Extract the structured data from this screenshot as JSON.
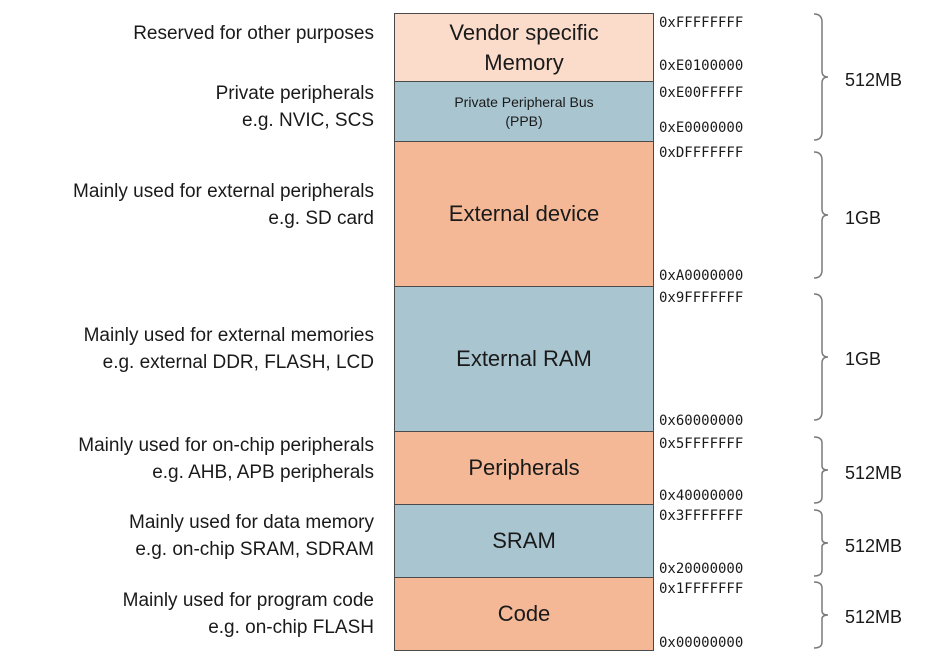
{
  "colors": {
    "vendor": "#fbdccb",
    "blue": "#a8c5d0",
    "orange": "#f4b896",
    "border": "#4a4a4a",
    "brace": "#7a7a7a"
  },
  "descriptions": {
    "vendor": [
      "Reserved for other purposes"
    ],
    "ppb": [
      "Private peripherals",
      "e.g. NVIC, SCS"
    ],
    "external_device": [
      "Mainly used for external peripherals",
      "e.g. SD card"
    ],
    "external_ram": [
      "Mainly used for external memories",
      "e.g. external DDR, FLASH, LCD"
    ],
    "peripherals": [
      "Mainly used for on-chip peripherals",
      "e.g. AHB, APB peripherals"
    ],
    "sram": [
      "Mainly used for data memory",
      "e.g. on-chip SRAM, SDRAM"
    ],
    "code": [
      "Mainly used for program code",
      "e.g. on-chip FLASH"
    ]
  },
  "regions": {
    "vendor": [
      "Vendor specific",
      "Memory"
    ],
    "ppb": [
      "Private Peripheral Bus",
      "(PPB)"
    ],
    "external_device": [
      "External device"
    ],
    "external_ram": [
      "External RAM"
    ],
    "peripherals": [
      "Peripherals"
    ],
    "sram": [
      "SRAM"
    ],
    "code": [
      "Code"
    ]
  },
  "addresses": {
    "a0": "0xFFFFFFFF",
    "a1": "0xE0100000",
    "a2": "0xE00FFFFF",
    "a3": "0xE0000000",
    "a4": "0xDFFFFFFF",
    "a5": "0xA0000000",
    "a6": "0x9FFFFFFF",
    "a7": "0x60000000",
    "a8": "0x5FFFFFFF",
    "a9": "0x40000000",
    "a10": "0x3FFFFFFF",
    "a11": "0x20000000",
    "a12": "0x1FFFFFFF",
    "a13": "0x00000000"
  },
  "sizes": {
    "top": "512MB",
    "external_device": "1GB",
    "external_ram": "1GB",
    "peripherals": "512MB",
    "sram": "512MB",
    "code": "512MB"
  }
}
